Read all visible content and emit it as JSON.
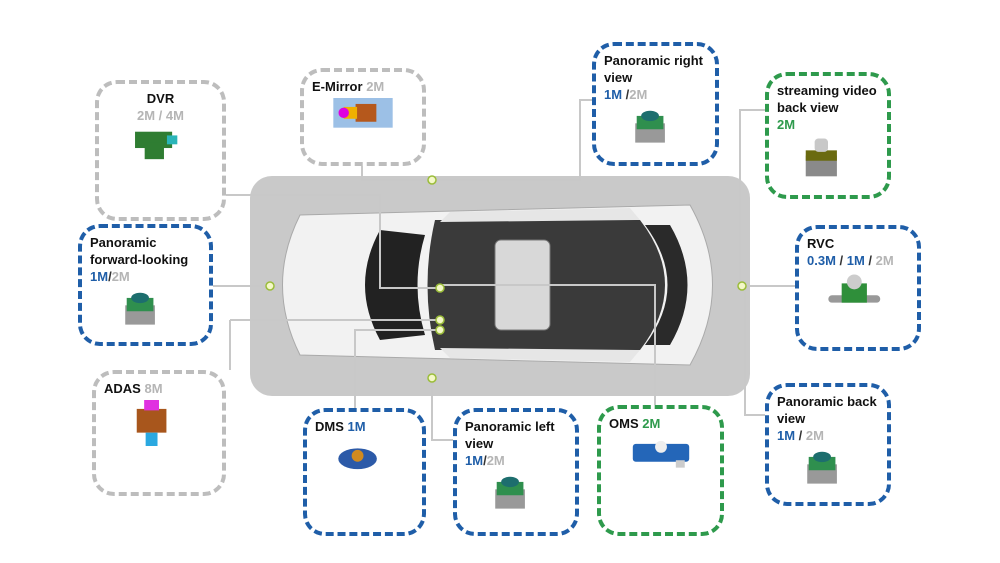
{
  "colors": {
    "blue": "#1f5ea8",
    "gray": "#b5b5b5",
    "green": "#2e9a4c",
    "dark": "#333333"
  },
  "cameras": [
    {
      "id": "dvr",
      "title": "DVR",
      "spec": [
        {
          "text": "2M / 4M",
          "color": "gray"
        }
      ],
      "frame": "gray",
      "icon": "dvr-camera-icon"
    },
    {
      "id": "e-mirror",
      "title": "E-Mirror",
      "spec": [
        {
          "text": "2M",
          "color": "gray"
        }
      ],
      "frame": "gray",
      "icon": "e-mirror-camera-icon",
      "inline": true
    },
    {
      "id": "panoramic-right",
      "title": "Panoramic right view",
      "spec": [
        {
          "text": "1M",
          "color": "blue"
        },
        {
          "text": " /",
          "color": "dark"
        },
        {
          "text": "2M",
          "color": "gray"
        }
      ],
      "frame": "blue",
      "icon": "panoramic-camera-icon"
    },
    {
      "id": "streaming-back",
      "title": "streaming video back view",
      "spec": [
        {
          "text": "2M",
          "color": "green"
        }
      ],
      "frame": "green",
      "icon": "streaming-camera-icon"
    },
    {
      "id": "panoramic-forward",
      "title": "Panoramic forward-looking",
      "spec": [
        {
          "text": "1M",
          "color": "blue"
        },
        {
          "text": "/",
          "color": "dark"
        },
        {
          "text": "2M",
          "color": "gray"
        }
      ],
      "frame": "blue",
      "icon": "panoramic-camera-icon"
    },
    {
      "id": "rvc",
      "title": "RVC",
      "spec": [
        {
          "text": "0.3M",
          "color": "blue"
        },
        {
          "text": " / ",
          "color": "dark"
        },
        {
          "text": "1M",
          "color": "blue"
        },
        {
          "text": " / ",
          "color": "dark"
        },
        {
          "text": "2M",
          "color": "gray"
        }
      ],
      "frame": "blue",
      "icon": "rvc-camera-icon"
    },
    {
      "id": "adas",
      "title": "ADAS",
      "spec": [
        {
          "text": "8M",
          "color": "gray"
        }
      ],
      "frame": "gray",
      "icon": "adas-camera-icon",
      "inline": true
    },
    {
      "id": "dms",
      "title": "DMS",
      "spec": [
        {
          "text": "1M",
          "color": "blue"
        }
      ],
      "frame": "blue",
      "icon": "dms-camera-icon",
      "inline": true
    },
    {
      "id": "panoramic-left",
      "title": "Panoramic left view",
      "spec": [
        {
          "text": "1M",
          "color": "blue"
        },
        {
          "text": "/",
          "color": "dark"
        },
        {
          "text": "2M",
          "color": "gray"
        }
      ],
      "frame": "blue",
      "icon": "panoramic-camera-icon"
    },
    {
      "id": "oms",
      "title": "OMS",
      "spec": [
        {
          "text": "2M",
          "color": "green"
        }
      ],
      "frame": "green",
      "icon": "oms-camera-icon",
      "inline": true
    },
    {
      "id": "panoramic-back",
      "title": "Panoramic back view",
      "spec": [
        {
          "text": "1M",
          "color": "blue"
        },
        {
          "text": " / ",
          "color": "dark"
        },
        {
          "text": "2M",
          "color": "gray"
        }
      ],
      "frame": "blue",
      "icon": "panoramic-camera-icon"
    }
  ]
}
